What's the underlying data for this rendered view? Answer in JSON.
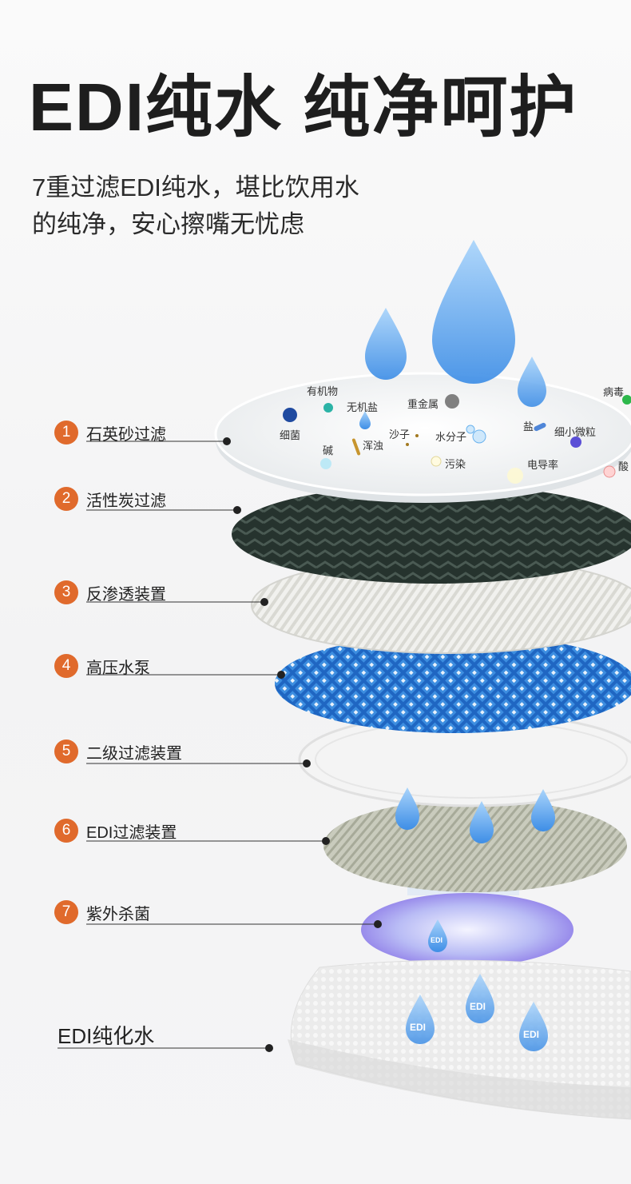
{
  "headline": "EDI纯水 纯净呵护",
  "subtitle": {
    "line1": "7重过滤EDI纯水，堪比饮用水",
    "line2": "的纯净，安心擦嘴无忧虑"
  },
  "layers": [
    {
      "num": "1",
      "label": "石英砂过滤"
    },
    {
      "num": "2",
      "label": "活性炭过滤"
    },
    {
      "num": "3",
      "label": "反渗透装置"
    },
    {
      "num": "4",
      "label": "高压水泵"
    },
    {
      "num": "5",
      "label": "二级过滤装置"
    },
    {
      "num": "6",
      "label": "EDI过滤装置"
    },
    {
      "num": "7",
      "label": "紫外杀菌"
    }
  ],
  "final_label": "EDI纯化水",
  "impurities": [
    "有机物",
    "无机盐",
    "重金属",
    "病毒",
    "细菌",
    "沙子",
    "水分子",
    "盐",
    "细小微粒",
    "碱",
    "浑浊",
    "污染",
    "电导率",
    "酸"
  ],
  "drop_tag": "EDI",
  "colors": {
    "badge": "#e06a2c",
    "water_blue": "#6aa8ea",
    "uv_purple": "#9aa0f0",
    "mesh_blue": "#2f7fd6",
    "carbon": "#2b3a34"
  }
}
